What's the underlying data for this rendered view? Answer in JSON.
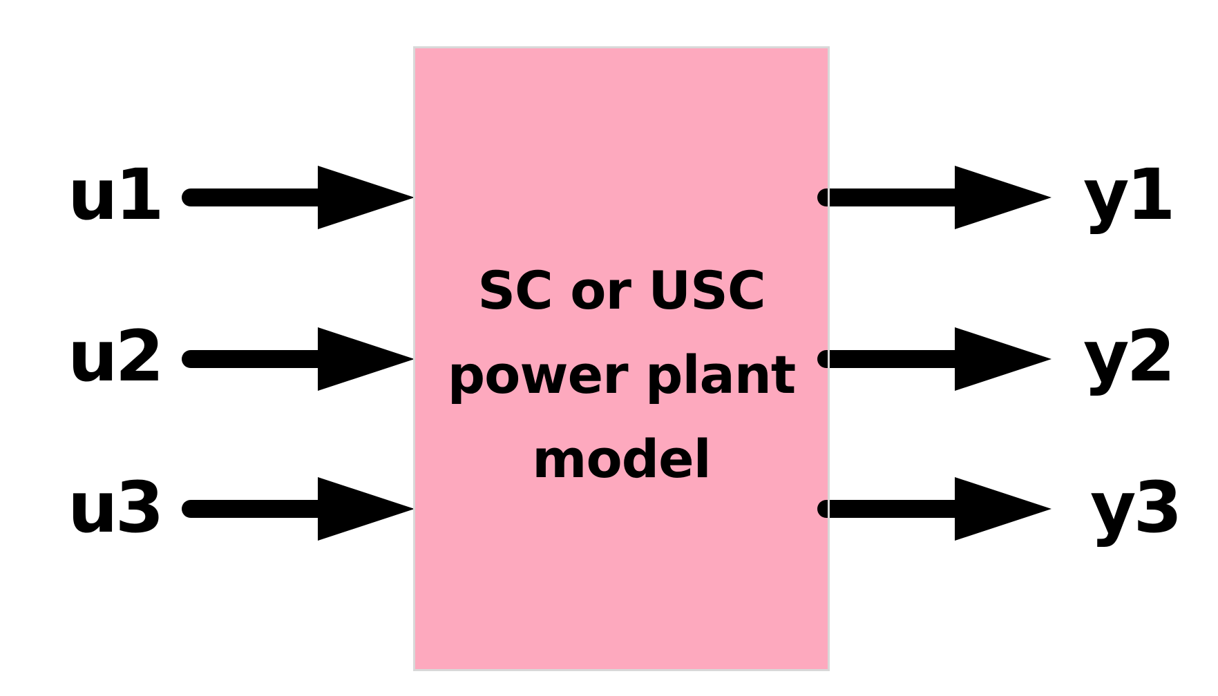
{
  "block": {
    "title_lines": [
      "SC or USC",
      "power plant",
      "model"
    ],
    "fill_color": "#fda9be",
    "border_color": "#d8d8d8"
  },
  "inputs": [
    {
      "label": "u1"
    },
    {
      "label": "u2"
    },
    {
      "label": "u3"
    }
  ],
  "outputs": [
    {
      "label": "y1"
    },
    {
      "label": "y2"
    },
    {
      "label": "y3"
    }
  ],
  "colors": {
    "arrow": "#000000",
    "text": "#000000",
    "background": "#ffffff"
  }
}
